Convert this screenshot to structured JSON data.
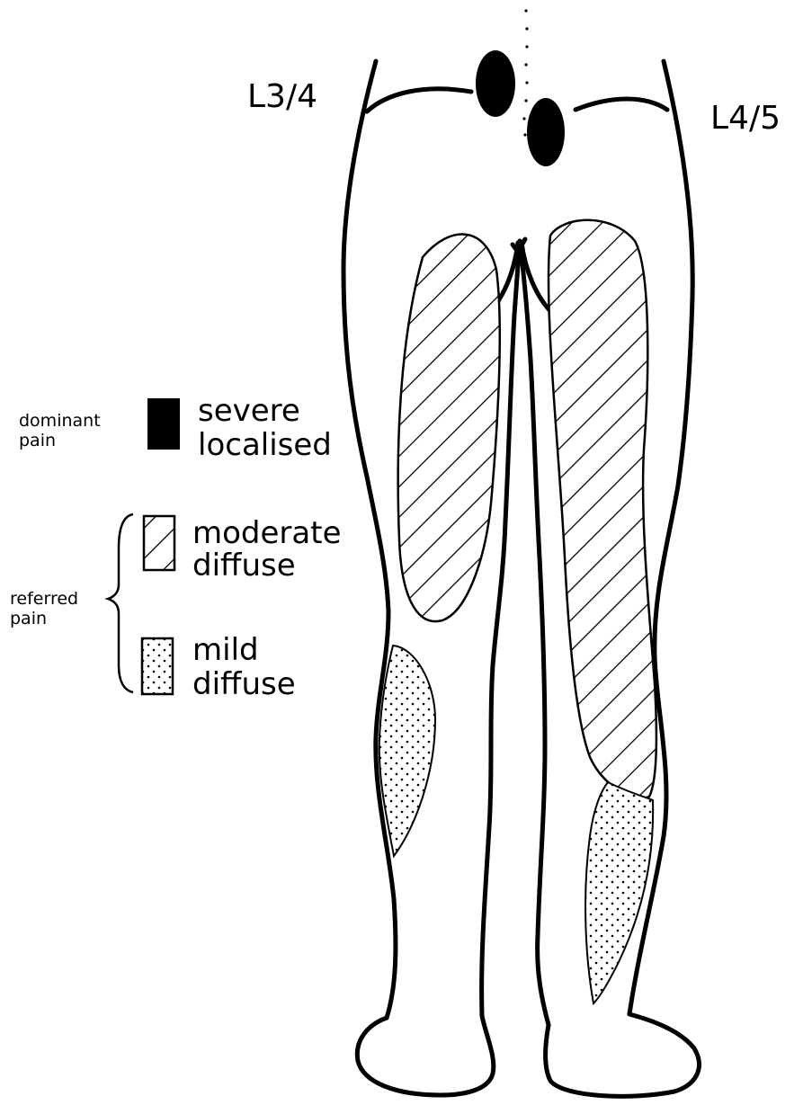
{
  "levels": {
    "left": "L3/4",
    "right": "L4/5"
  },
  "legend": {
    "dominant_group": [
      "dominant",
      "pain"
    ],
    "referred_group": [
      "referred",
      "pain"
    ],
    "severe": [
      "severe",
      "localised"
    ],
    "moderate": [
      "moderate",
      "diffuse"
    ],
    "mild": [
      "mild",
      "diffuse"
    ]
  },
  "colors": {
    "ink": "#000000",
    "paper": "#ffffff"
  },
  "pattern_names": {
    "severe": "solid-fill",
    "moderate": "diagonal-hatch",
    "mild": "stipple-dots"
  }
}
